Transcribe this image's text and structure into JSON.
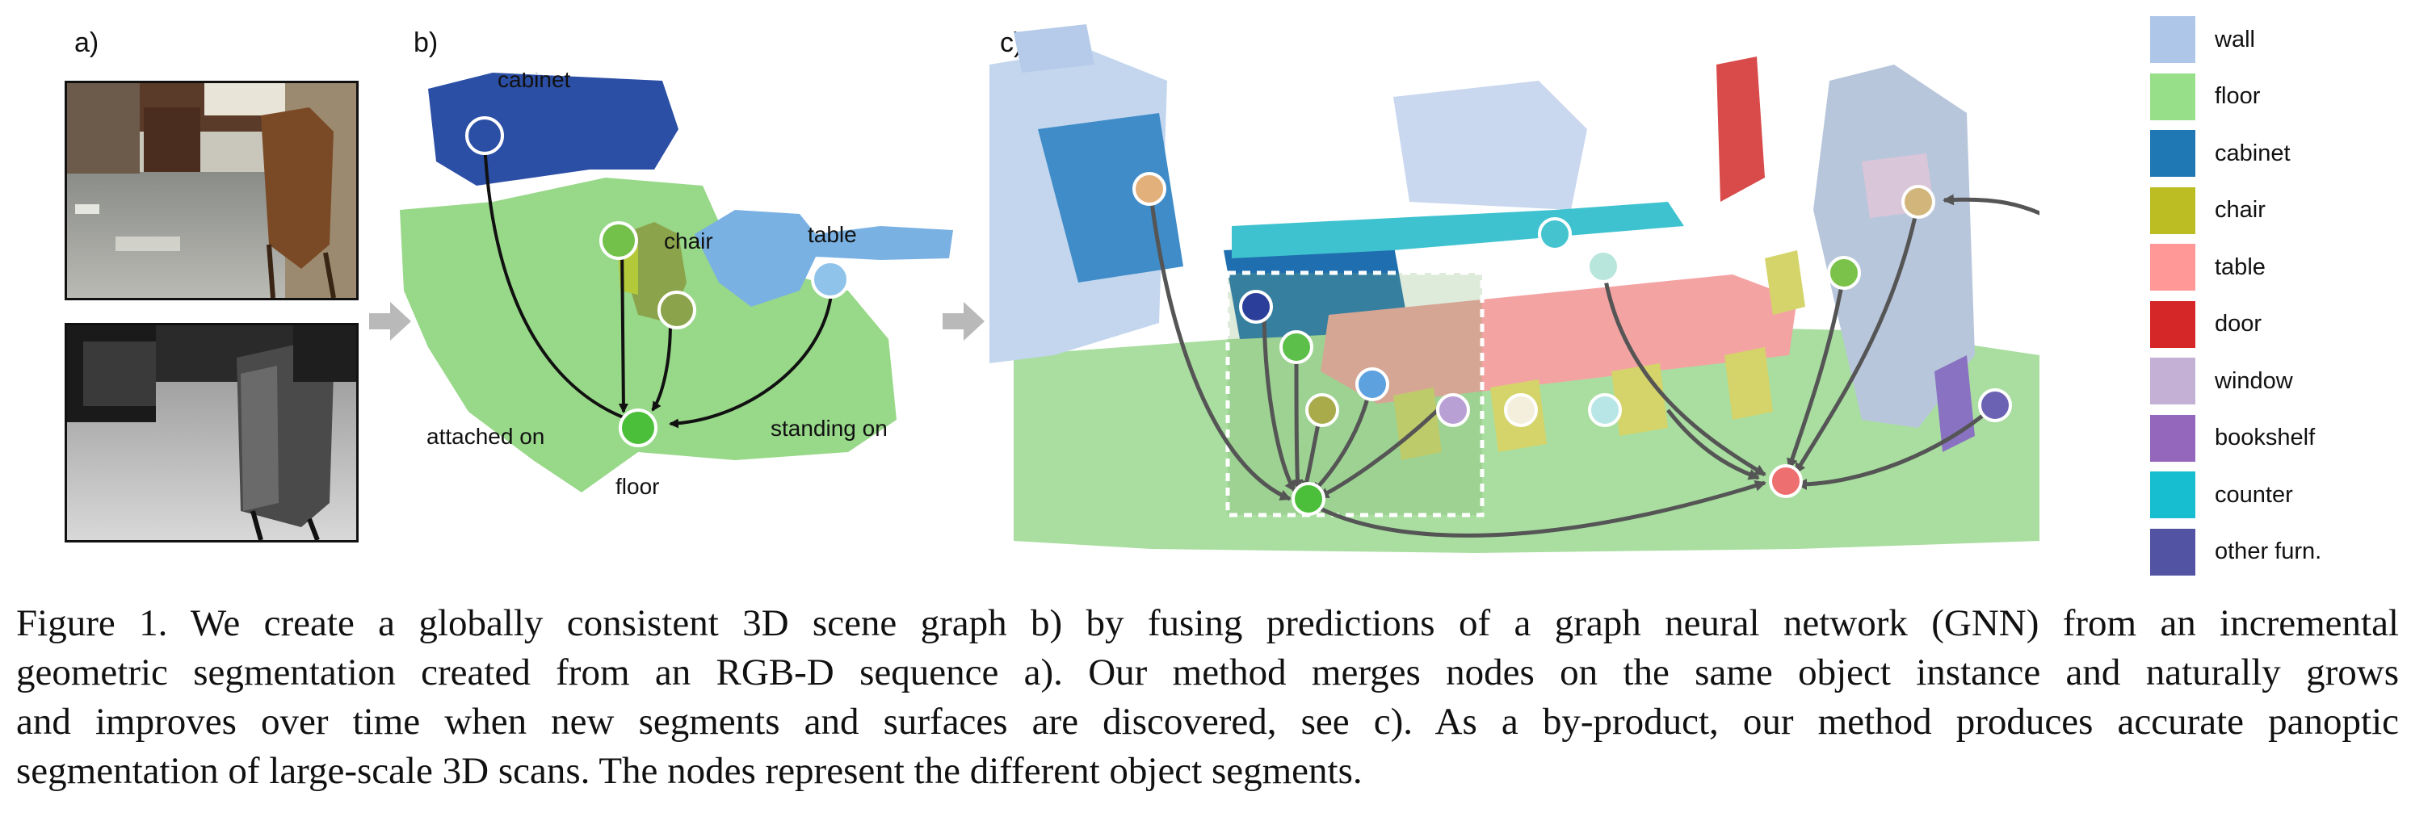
{
  "panels": {
    "a_label": "a)",
    "b_label": "b)",
    "c_label": "c)"
  },
  "graph_b": {
    "nodes": {
      "cabinet": "cabinet",
      "chair": "chair",
      "table": "table",
      "floor": "floor"
    },
    "edges": {
      "attached_on": "attached on",
      "standing_on": "standing on"
    }
  },
  "legend": [
    {
      "label": "wall",
      "color": "#aec7e8"
    },
    {
      "label": "floor",
      "color": "#98df8a"
    },
    {
      "label": "cabinet",
      "color": "#1f77b4"
    },
    {
      "label": "chair",
      "color": "#bcbd22"
    },
    {
      "label": "table",
      "color": "#ff9896"
    },
    {
      "label": "door",
      "color": "#d62728"
    },
    {
      "label": "window",
      "color": "#c5b0d5"
    },
    {
      "label": "bookshelf",
      "color": "#9467bd"
    },
    {
      "label": "counter",
      "color": "#17becf"
    },
    {
      "label": "other furn.",
      "color": "#5254a3"
    }
  ],
  "caption": {
    "line1": "Figure 1. We create a globally consistent 3D scene graph b) by fusing predictions of a graph neural network (GNN) from an incremental",
    "line2": "geometric segmentation created from an RGB-D sequence a). Our method merges nodes on the same object instance and naturally grows",
    "line3": "and improves over time when new segments and surfaces are discovered, see c). As a by-product, our method produces accurate panoptic",
    "line4": "segmentation of large-scale 3D scans. The nodes represent the different object segments."
  }
}
